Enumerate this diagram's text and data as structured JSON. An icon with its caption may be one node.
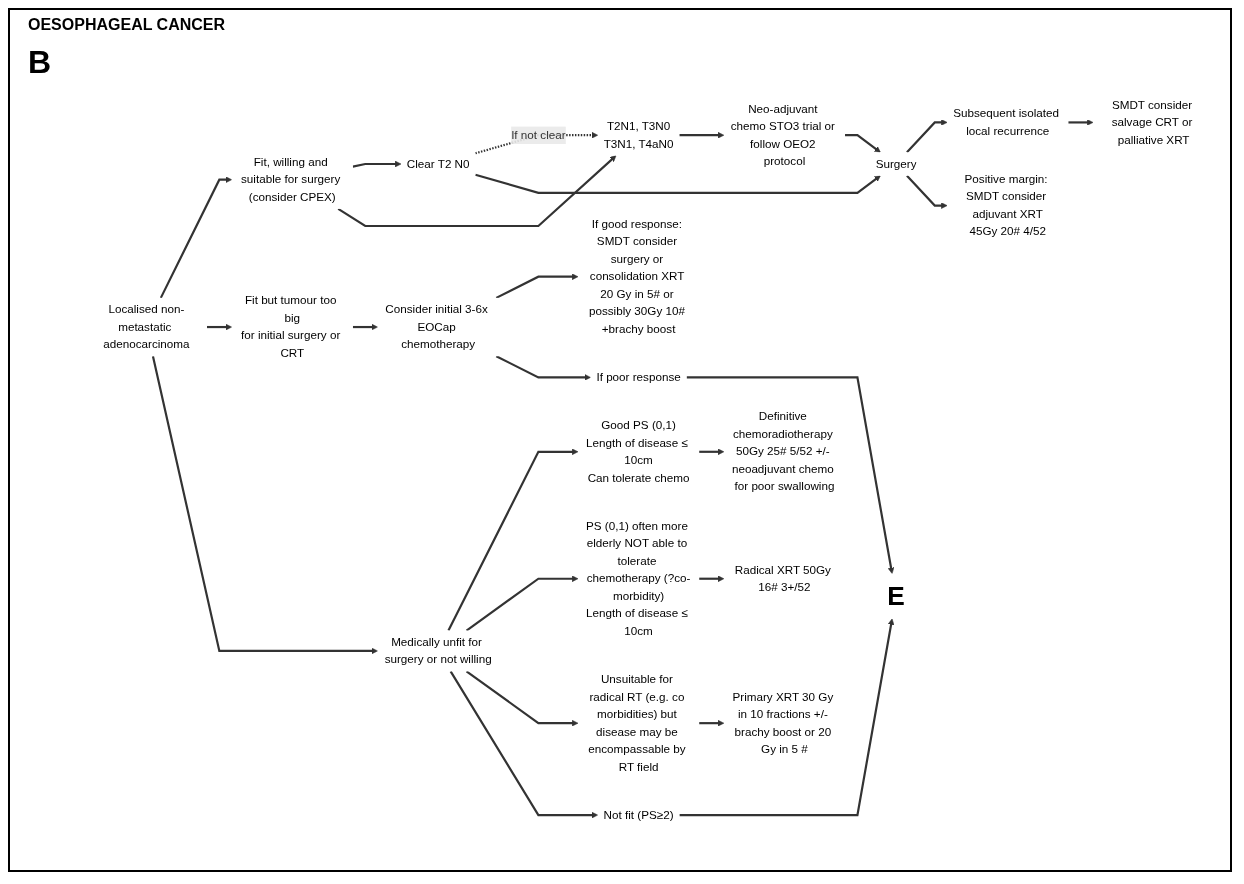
{
  "diagram": {
    "title": "OESOPHAGEAL CANCER",
    "nodes": [
      {
        "text": [
          "Localised non-metastatic adenocarcinoma"
        ]
      },
      {
        "text": [
          "Fit, willing and suitable for surgery (consider CPEX)"
        ]
      },
      {
        "text": [
          "Clear T2 N0"
        ]
      },
      {
        "text": [
          "T2N1, T3N0",
          "T3N1, T4aN0"
        ]
      },
      {
        "text": [
          "Surgery"
        ]
      },
      {
        "text": [
          "Subsequent isolated local recurrence"
        ]
      },
      {
        "text": [
          "SMDT consider salvage CRT or palliative XRT"
        ]
      },
      {
        "text": [
          "Positive margin: SMDT consider adjuvant XRT",
          "45Gy 20# 4/52"
        ]
      },
      {
        "text": [
          "Neo-adjuvant chemo STO3 trial or follow OEO2 protocol"
        ]
      },
      {
        "text": [
          "Fit but tumour too big",
          "for initial surgery or CRT"
        ]
      },
      {
        "text": [
          "Consider initial 3-6x EOCap chemotherapy"
        ]
      },
      {
        "text": [
          "If good response: SMDT consider surgery or consolidation XRT 20 Gy in 5# or possibly 30Gy 10# +brachy boost"
        ]
      },
      {
        "text": [
          "If poor response"
        ]
      },
      {
        "text": [
          "Medically unfit for surgery or not willing"
        ]
      },
      {
        "text": [
          "Good PS (0,1)",
          "Length of disease ≤ 10cm",
          "Can tolerate chemo"
        ]
      },
      {
        "text": [
          "Definitive chemoradiotherapy 50Gy 25# 5/52 +/- neoadjuvant chemo for poor swallowing"
        ]
      },
      {
        "text": [
          "PS (0,1) often more elderly NOT able to tolerate chemotherapy (?co-morbidity)",
          "Length of disease ≤ 10cm"
        ]
      },
      {
        "text": [
          "Radical XRT 50Gy 16# 3+/52"
        ]
      },
      {
        "text": [
          "Unsuitable for radical RT (e.g. co morbidities) but disease may be encompassable by RT field"
        ]
      },
      {
        "text": [
          "Primary XRT 30 Gy in 10 fractions +/- brachy boost or 20 Gy in 5 #"
        ]
      },
      {
        "text": [
          "Not fit (PS≥2)"
        ]
      },
      {
        "text": [
          "E"
        ]
      }
    ],
    "edges": [
      {
        "from": 0,
        "to": 1,
        "arrow": "to"
      },
      {
        "from": 0,
        "to": 9,
        "arrow": "to"
      },
      {
        "from": 0,
        "to": 13,
        "arrow": "to"
      },
      {
        "from": 1,
        "to": 2,
        "arrow": "to"
      },
      {
        "from": 1,
        "to": 3,
        "arrow": "to"
      },
      {
        "from": 2,
        "to": 3,
        "arrow": "to",
        "style": "dashed",
        "label": "If not clear"
      },
      {
        "from": 2,
        "to": 4,
        "arrow": "to"
      },
      {
        "from": 3,
        "to": 8,
        "arrow": "to"
      },
      {
        "from": 8,
        "to": 4,
        "arrow": "to"
      },
      {
        "from": 4,
        "to": 5,
        "arrow": "to"
      },
      {
        "from": 5,
        "to": 6,
        "arrow": "to"
      },
      {
        "from": 4,
        "to": 7,
        "arrow": "to"
      },
      {
        "from": 9,
        "to": 10,
        "arrow": "to"
      },
      {
        "from": 10,
        "to": 11,
        "arrow": "to"
      },
      {
        "from": 10,
        "to": 12,
        "arrow": "to"
      },
      {
        "from": 12,
        "to": 21,
        "arrow": "to"
      },
      {
        "from": 13,
        "to": 14,
        "arrow": "to"
      },
      {
        "from": 14,
        "to": 15,
        "arrow": "to"
      },
      {
        "from": 13,
        "to": 16,
        "arrow": "to"
      },
      {
        "from": 16,
        "to": 17,
        "arrow": "to"
      },
      {
        "from": 13,
        "to": 18,
        "arrow": "to"
      },
      {
        "from": 18,
        "to": 19,
        "arrow": "to"
      },
      {
        "from": 13,
        "to": 20,
        "arrow": "to"
      },
      {
        "from": 20,
        "to": 21,
        "arrow": "to"
      }
    ],
    "labels": [
      "B"
    ]
  }
}
